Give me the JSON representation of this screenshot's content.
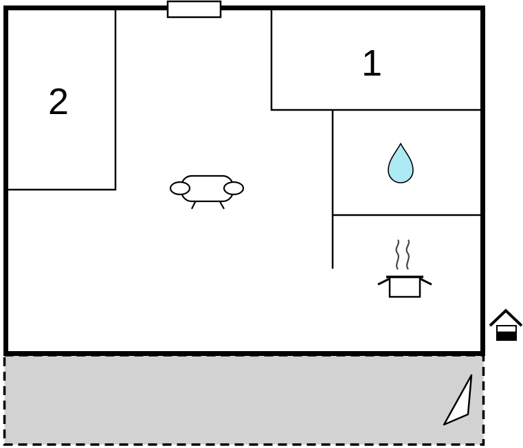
{
  "plan": {
    "type": "floor-plan",
    "rooms": {
      "room1_label": "1",
      "room2_label": "2"
    },
    "colors": {
      "wall": "#000000",
      "background": "#ffffff",
      "terrace_fill": "#d2d2d2",
      "water_drop_fill": "#aeeaf4",
      "steam": "#444444"
    },
    "icons": [
      "window-marker",
      "sofa-icon",
      "water-drop-icon",
      "stove-pot-icon",
      "outbuilding-icon",
      "terrace-triangle-icon"
    ]
  }
}
